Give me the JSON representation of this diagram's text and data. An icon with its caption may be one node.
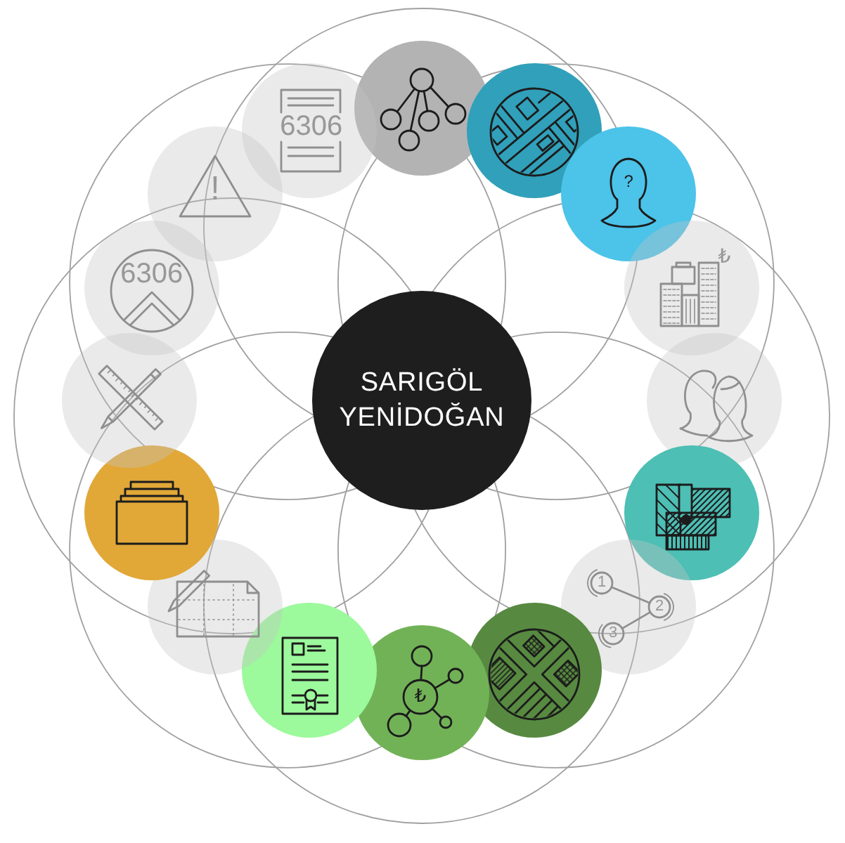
{
  "diagram": {
    "nodes": [
      {
        "text": [
          "SARIGÖL YENİDOĞAN"
        ]
      },
      {
        "text": [],
        "shape": "circle"
      },
      {
        "text": [],
        "shape": "circle"
      },
      {
        "text": [
          "?"
        ]
      },
      {
        "text": [
          "₺"
        ]
      },
      {
        "text": [],
        "shape": "circle"
      },
      {
        "text": [],
        "shape": "circle"
      },
      {
        "text": [
          "1",
          "2",
          "3"
        ]
      },
      {
        "text": [],
        "shape": "circle"
      },
      {
        "text": [
          "₺"
        ]
      },
      {
        "text": [],
        "shape": "circle"
      },
      {
        "text": [],
        "shape": "circle"
      },
      {
        "text": [],
        "shape": "circle"
      },
      {
        "text": [],
        "shape": "circle"
      },
      {
        "text": [
          "6306"
        ]
      },
      {
        "text": [
          "!"
        ]
      },
      {
        "text": [
          "6306"
        ]
      }
    ]
  }
}
